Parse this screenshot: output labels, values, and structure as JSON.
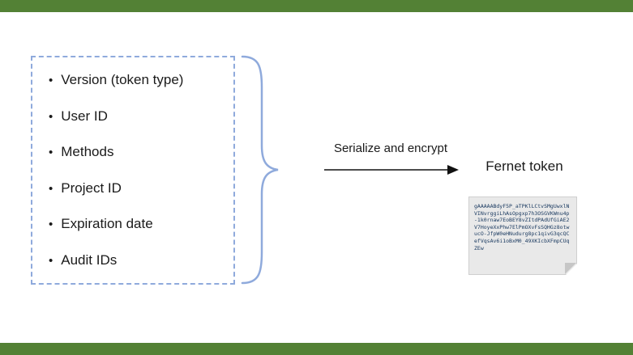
{
  "payload_box": {
    "items": [
      "Version (token type)",
      "User ID",
      "Methods",
      "Project ID",
      "Expiration date",
      "Audit IDs"
    ]
  },
  "arrow": {
    "label": "Serialize and encrypt"
  },
  "fernet": {
    "title": "Fernet token",
    "token": "gAAAAABdyF5P_aTPKlLCtvSMgUwxlNVINvrggiLhAsOpgxp7h3OSGVKWnu4p-1k0rnaw7EoBEY8vZItdPAdUfGiAE2V7HoyeXxPhw7ElPmOXvFsSQHGz8otwucO-JfpW0eHNudurg8pc1qivG3qcQCefVqsAv6i1oBxM0_49XKIcbXFmpCUqZEw"
  },
  "colors": {
    "frame_green": "#538135",
    "accent_blue": "#8faadc",
    "doc_bg": "#e9e9e9",
    "token_text": "#17375e"
  }
}
